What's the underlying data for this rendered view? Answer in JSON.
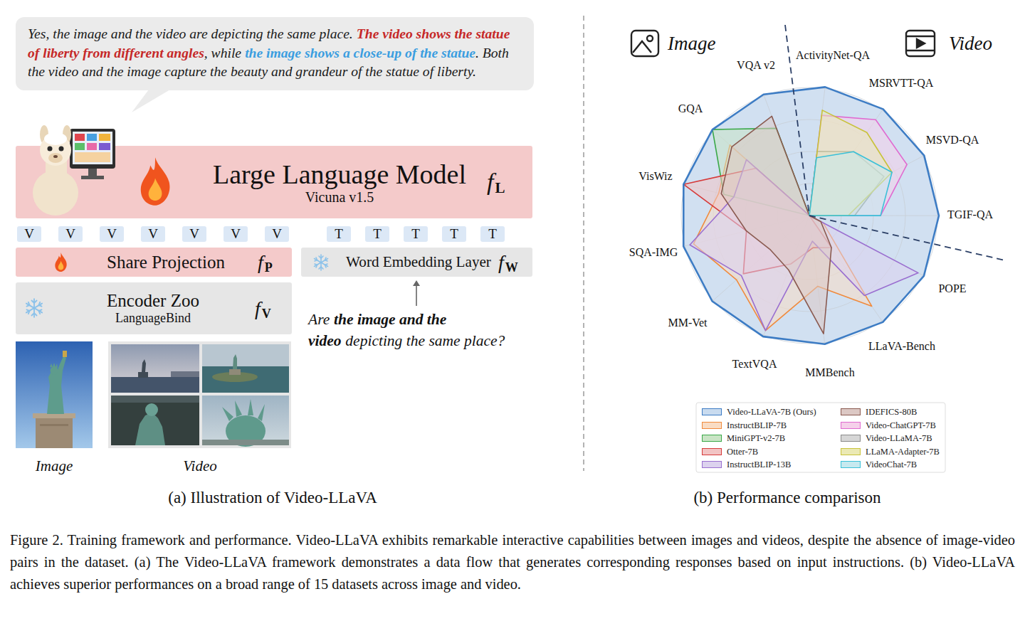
{
  "diagram": {
    "caption": "Figure 2. Training framework and performance. Video-LLaVA exhibits remarkable interactive capabilities between images and videos, despite the absence of image-video pairs in the dataset. (a) The Video-LLaVA framework demonstrates a data flow that generates corresponding responses based on input instructions. (b) Video-LLaVA achieves superior performances on a broad range of 15 datasets across image and video.",
    "nodes": [
      {
        "text": [
          "Yes, the image and the video are depicting the same place.",
          "The video shows the statue of liberty from different angles",
          ", while",
          "the image shows a close-up of the statue",
          ". Both the video and the image capture the beauty and grandeur of the statue of liberty."
        ]
      },
      {
        "text": [
          "Large Language Model",
          "Vicuna v1.5",
          "f",
          "L"
        ]
      },
      {
        "text": [
          "V"
        ]
      },
      {
        "text": [
          "V"
        ]
      },
      {
        "text": [
          "V"
        ]
      },
      {
        "text": [
          "V"
        ]
      },
      {
        "text": [
          "V"
        ]
      },
      {
        "text": [
          "V"
        ]
      },
      {
        "text": [
          "V"
        ]
      },
      {
        "text": [
          "T"
        ]
      },
      {
        "text": [
          "T"
        ]
      },
      {
        "text": [
          "T"
        ]
      },
      {
        "text": [
          "T"
        ]
      },
      {
        "text": [
          "T"
        ]
      },
      {
        "text": [
          "Share Projection",
          "f",
          "P"
        ]
      },
      {
        "text": [
          "Word Embedding Layer",
          "f",
          "W"
        ]
      },
      {
        "text": [
          "Encoder Zoo",
          "LanguageBind",
          "f",
          "V"
        ]
      }
    ],
    "labels": [
      "Are",
      "the image and the video",
      "depicting the same place?",
      "Image",
      "Video",
      "(a) Illustration of Video-LLaVA",
      "Image",
      "Video",
      "VQA v2",
      "ActivityNet-QA",
      "GQA",
      "MSRVTT-QA",
      "MSVD-QA",
      "VisWiz",
      "TGIF-QA",
      "SQA-IMG",
      "POPE",
      "MM-Vet",
      "LLaVA-Bench",
      "TextVQA",
      "MMBench",
      "(b) Performance comparison"
    ],
    "legend": [
      {
        "text": "Video-LLaVA-7B (Ours)",
        "color": "#c9dbef"
      },
      {
        "text": "InstructBLIP-7B",
        "color": "#f9dcc4"
      },
      {
        "text": "MiniGPT-v2-7B",
        "color": "#c9e4c5"
      },
      {
        "text": "Otter-7B",
        "color": "#f2c4c4"
      },
      {
        "text": "InstructBLIP-13B",
        "color": "#dcd2ee"
      },
      {
        "text": "IDEFICS-80B",
        "color": "#dcc8c4"
      },
      {
        "text": "Video-ChatGPT-7B",
        "color": "#f5d0ea"
      },
      {
        "text": "Video-LLaMA-7B",
        "color": "#d6d6d6"
      },
      {
        "text": "LLaMA-Adapter-7B",
        "color": "#ebe9b4"
      },
      {
        "text": "VideoChat-7B",
        "color": "#c6e9ef"
      }
    ]
  }
}
